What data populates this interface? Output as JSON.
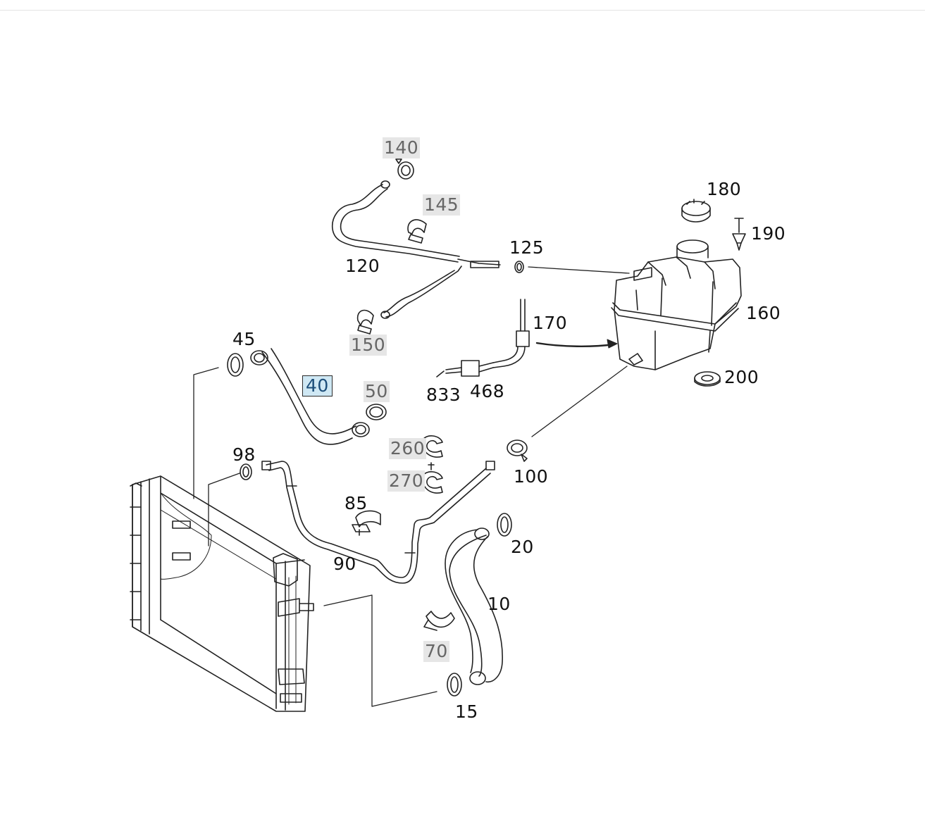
{
  "parts": {
    "p10": {
      "label": "10",
      "state": "normal"
    },
    "p15": {
      "label": "15",
      "state": "normal"
    },
    "p20": {
      "label": "20",
      "state": "normal"
    },
    "p40": {
      "label": "40",
      "state": "selected"
    },
    "p45": {
      "label": "45",
      "state": "normal"
    },
    "p50": {
      "label": "50",
      "state": "greyed"
    },
    "p70": {
      "label": "70",
      "state": "greyed"
    },
    "p85": {
      "label": "85",
      "state": "normal"
    },
    "p90": {
      "label": "90",
      "state": "normal"
    },
    "p98": {
      "label": "98",
      "state": "normal"
    },
    "p100": {
      "label": "100",
      "state": "normal"
    },
    "p120": {
      "label": "120",
      "state": "normal"
    },
    "p125": {
      "label": "125",
      "state": "normal"
    },
    "p140": {
      "label": "140",
      "state": "greyed"
    },
    "p145": {
      "label": "145",
      "state": "greyed"
    },
    "p150": {
      "label": "150",
      "state": "greyed"
    },
    "p160": {
      "label": "160",
      "state": "normal"
    },
    "p170": {
      "label": "170",
      "state": "normal"
    },
    "p180": {
      "label": "180",
      "state": "normal"
    },
    "p190": {
      "label": "190",
      "state": "normal"
    },
    "p200": {
      "label": "200",
      "state": "normal"
    },
    "p260": {
      "label": "260",
      "state": "greyed"
    },
    "p270": {
      "label": "270",
      "state": "greyed"
    },
    "p468": {
      "label": "468",
      "state": "normal"
    },
    "p833": {
      "label": "833",
      "state": "normal"
    }
  },
  "colors": {
    "line": "#222222",
    "greyed_label_bg": "#e6e6e6",
    "selected_label_bg": "#cfe8f4"
  }
}
